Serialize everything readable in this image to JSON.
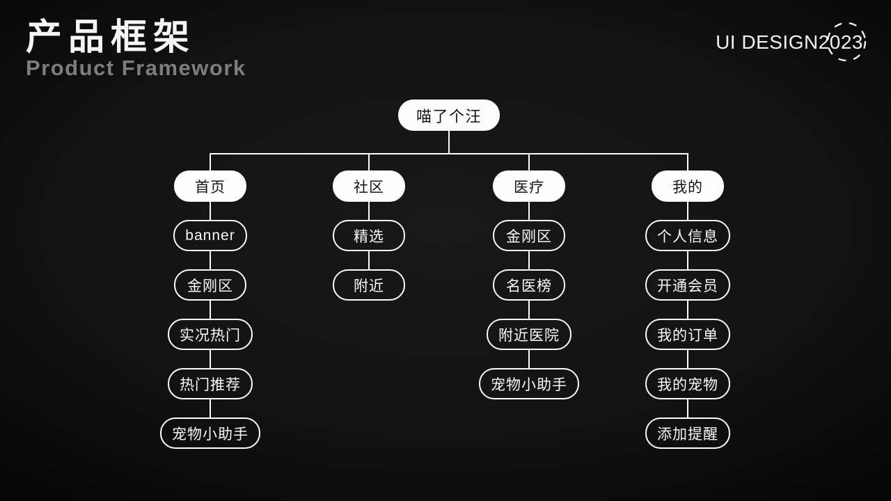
{
  "header": {
    "title_zh": "产品框架",
    "title_en": "Product Framework",
    "brand": "UI DESIGN",
    "year": "2023"
  },
  "tree": {
    "root": "喵了个汪",
    "columns": [
      {
        "label": "首页",
        "children": [
          "banner",
          "金刚区",
          "实况热门",
          "热门推荐",
          "宠物小助手"
        ]
      },
      {
        "label": "社区",
        "children": [
          "精选",
          "附近"
        ]
      },
      {
        "label": "医疗",
        "children": [
          "金刚区",
          "名医榜",
          "附近医院",
          "宠物小助手"
        ]
      },
      {
        "label": "我的",
        "children": [
          "个人信息",
          "开通会员",
          "我的订单",
          "我的宠物",
          "添加提醒"
        ]
      }
    ]
  },
  "colors": {
    "background": "#131313",
    "node_fill": "#ffffff",
    "node_text": "#141414",
    "line": "#ffffff",
    "subtitle_gray": "#7d7d7d"
  }
}
